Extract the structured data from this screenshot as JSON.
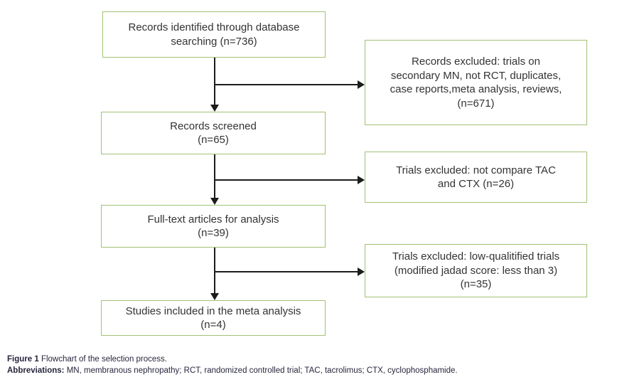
{
  "flowchart": {
    "border_color": "#a3c175",
    "arrow_color": "#1c1c1c",
    "main_boxes": [
      {
        "id": "records-identified",
        "text": "Records identified through database\nsearching (n=736)"
      },
      {
        "id": "records-screened",
        "text": "Records screened\n(n=65)"
      },
      {
        "id": "fulltext-articles",
        "text": "Full-text articles for analysis\n(n=39)"
      },
      {
        "id": "studies-included",
        "text": "Studies included in the meta analysis\n(n=4)"
      }
    ],
    "exclusion_boxes": [
      {
        "id": "records-excluded",
        "text": "Records excluded: trials on\nsecondary MN, not RCT, duplicates,\ncase reports,meta analysis, reviews,\n(n=671)"
      },
      {
        "id": "trials-excluded-compare",
        "text": "Trials excluded: not compare TAC\nand CTX (n=26)"
      },
      {
        "id": "trials-excluded-quality",
        "text": "Trials excluded: low-qualitified trials\n(modified jadad score: less than 3)\n(n=35)"
      }
    ]
  },
  "caption": {
    "label": "Figure 1",
    "text": "Flowchart of the selection process.",
    "abbreviations_label": "Abbreviations:",
    "abbreviations_text": "MN, membranous nephropathy; RCT, randomized controlled trial; TAC, tacrolimus; CTX, cyclophosphamide."
  }
}
